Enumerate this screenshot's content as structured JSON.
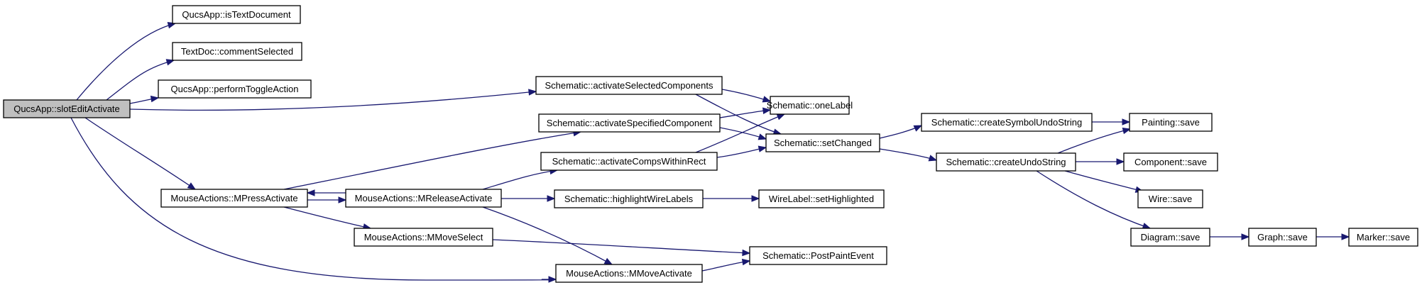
{
  "root": "slotEditActivate",
  "nodes": [
    {
      "id": "slotEditActivate",
      "label": "QucsApp::slotEditActivate",
      "highlighted": true
    },
    {
      "id": "isTextDocument",
      "label": "QucsApp::isTextDocument"
    },
    {
      "id": "commentSelected",
      "label": "TextDoc::commentSelected"
    },
    {
      "id": "performToggleAction",
      "label": "QucsApp::performToggleAction"
    },
    {
      "id": "activateSelectedComponents",
      "label": "Schematic::activateSelectedComponents"
    },
    {
      "id": "activateSpecifiedComponent",
      "label": "Schematic::activateSpecifiedComponent"
    },
    {
      "id": "activateCompsWithinRect",
      "label": "Schematic::activateCompsWithinRect"
    },
    {
      "id": "MPressActivate",
      "label": "MouseActions::MPressActivate"
    },
    {
      "id": "MReleaseActivate",
      "label": "MouseActions::MReleaseActivate"
    },
    {
      "id": "MMoveSelect",
      "label": "MouseActions::MMoveSelect"
    },
    {
      "id": "MMoveActivate",
      "label": "MouseActions::MMoveActivate"
    },
    {
      "id": "highlightWireLabels",
      "label": "Schematic::highlightWireLabels"
    },
    {
      "id": "oneLabel",
      "label": "Schematic::oneLabel"
    },
    {
      "id": "setChanged",
      "label": "Schematic::setChanged"
    },
    {
      "id": "setHighlighted",
      "label": "WireLabel::setHighlighted"
    },
    {
      "id": "PostPaintEvent",
      "label": "Schematic::PostPaintEvent"
    },
    {
      "id": "createSymbolUndoString",
      "label": "Schematic::createSymbolUndoString"
    },
    {
      "id": "createUndoString",
      "label": "Schematic::createUndoString"
    },
    {
      "id": "paintingSave",
      "label": "Painting::save"
    },
    {
      "id": "componentSave",
      "label": "Component::save"
    },
    {
      "id": "wireSave",
      "label": "Wire::save"
    },
    {
      "id": "diagramSave",
      "label": "Diagram::save"
    },
    {
      "id": "graphSave",
      "label": "Graph::save"
    },
    {
      "id": "markerSave",
      "label": "Marker::save"
    }
  ],
  "edges": [
    {
      "from": "slotEditActivate",
      "to": "isTextDocument"
    },
    {
      "from": "slotEditActivate",
      "to": "commentSelected"
    },
    {
      "from": "slotEditActivate",
      "to": "performToggleAction"
    },
    {
      "from": "slotEditActivate",
      "to": "activateSelectedComponents"
    },
    {
      "from": "slotEditActivate",
      "to": "MPressActivate"
    },
    {
      "from": "slotEditActivate",
      "to": "MMoveActivate"
    },
    {
      "from": "MPressActivate",
      "to": "activateSpecifiedComponent"
    },
    {
      "from": "MPressActivate",
      "to": "MReleaseActivate"
    },
    {
      "from": "MPressActivate",
      "to": "MMoveSelect"
    },
    {
      "from": "MReleaseActivate",
      "to": "MPressActivate"
    },
    {
      "from": "MReleaseActivate",
      "to": "activateCompsWithinRect"
    },
    {
      "from": "MReleaseActivate",
      "to": "highlightWireLabels"
    },
    {
      "from": "MReleaseActivate",
      "to": "MMoveActivate"
    },
    {
      "from": "MMoveSelect",
      "to": "PostPaintEvent"
    },
    {
      "from": "MMoveActivate",
      "to": "PostPaintEvent"
    },
    {
      "from": "activateSelectedComponents",
      "to": "oneLabel"
    },
    {
      "from": "activateSelectedComponents",
      "to": "setChanged"
    },
    {
      "from": "activateSpecifiedComponent",
      "to": "oneLabel"
    },
    {
      "from": "activateSpecifiedComponent",
      "to": "setChanged"
    },
    {
      "from": "activateCompsWithinRect",
      "to": "oneLabel"
    },
    {
      "from": "activateCompsWithinRect",
      "to": "setChanged"
    },
    {
      "from": "highlightWireLabels",
      "to": "setHighlighted"
    },
    {
      "from": "setChanged",
      "to": "createSymbolUndoString"
    },
    {
      "from": "setChanged",
      "to": "createUndoString"
    },
    {
      "from": "createSymbolUndoString",
      "to": "paintingSave"
    },
    {
      "from": "createUndoString",
      "to": "paintingSave"
    },
    {
      "from": "createUndoString",
      "to": "componentSave"
    },
    {
      "from": "createUndoString",
      "to": "wireSave"
    },
    {
      "from": "createUndoString",
      "to": "diagramSave"
    },
    {
      "from": "diagramSave",
      "to": "graphSave"
    },
    {
      "from": "graphSave",
      "to": "markerSave"
    }
  ],
  "colors": {
    "edge": "#191970",
    "node_fill": "#ffffff",
    "node_border": "#000000",
    "root_fill": "#bfbfbf"
  }
}
